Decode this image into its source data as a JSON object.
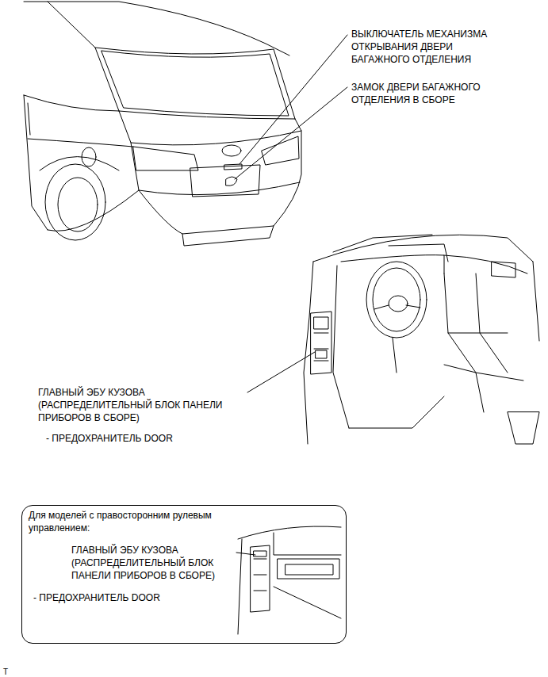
{
  "diagram": {
    "nodes": [
      {
        "text": [
          "Для моделей с правосторонним рулевым управлением:",
          "ГЛАВНЫЙ ЭБУ КУЗОВА (РАСПРЕДЕЛИТЕЛЬНЫЙ БЛОК ПАНЕЛИ ПРИБОРОВ В СБОРЕ)",
          "- ПРЕДОХРАНИТЕЛЬ DOOR"
        ]
      }
    ],
    "labels": [
      "ВЫКЛЮЧАТЕЛЬ МЕХАНИЗМА ОТКРЫВАНИЯ ДВЕРИ БАГАЖНОГО ОТДЕЛЕНИЯ",
      "ЗАМОК ДВЕРИ БАГАЖНОГО ОТДЕЛЕНИЯ В СБОРЕ",
      "ГЛАВНЫЙ ЭБУ КУЗОВА (РАСПРЕДЕЛИТЕЛЬНЫЙ БЛОК ПАНЕЛИ ПРИБОРОВ В СБОРЕ)",
      "- ПРЕДОХРАНИТЕЛЬ DOOR",
      "T"
    ]
  }
}
